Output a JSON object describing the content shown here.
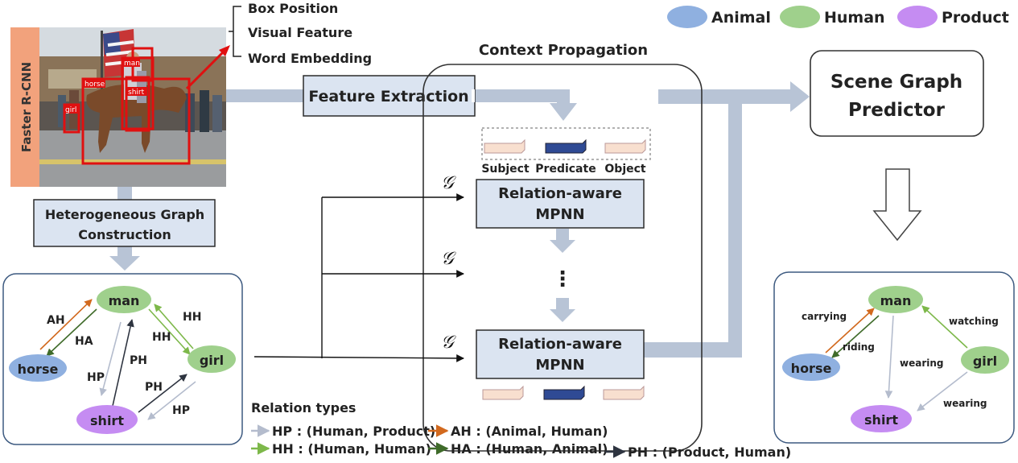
{
  "legend": [
    {
      "label": "Animal",
      "color": "#8fb0e0"
    },
    {
      "label": "Human",
      "color": "#9fd08c"
    },
    {
      "label": "Product",
      "color": "#c58cf2"
    }
  ],
  "photo": {
    "side_label": "Faster R-CNN",
    "box_labels": [
      "horse",
      "man",
      "shirt",
      "girl"
    ]
  },
  "feature_list": [
    "Box Position",
    "Visual Feature",
    "Word Embedding"
  ],
  "feature_extraction": "Feature Extraction",
  "context_propagation": {
    "title": "Context Propagation",
    "embedding_labels": [
      "Subject",
      "Predicate",
      "Object"
    ],
    "mpnn_line1": "Relation-aware",
    "mpnn_line2": "MPNN",
    "ellipsis": "⋮",
    "graph_symbol": "𝒢"
  },
  "hetero_graph_construction": [
    "Heterogeneous Graph",
    "Construction"
  ],
  "scene_graph_predictor": [
    "Scene Graph",
    "Predictor"
  ],
  "hetero_graph": {
    "nodes": [
      "man",
      "horse",
      "girl",
      "shirt"
    ],
    "edge_labels": [
      "AH",
      "HA",
      "HH",
      "HH",
      "PH",
      "HP",
      "PH",
      "HP"
    ]
  },
  "scene_graph": {
    "nodes": [
      "man",
      "horse",
      "girl",
      "shirt"
    ],
    "edge_labels": [
      "carrying",
      "riding",
      "watching",
      "wearing",
      "wearing"
    ]
  },
  "relation_types": {
    "title": "Relation types",
    "items": [
      {
        "label": "HP : (Human, Product)",
        "color": "#b4bccd"
      },
      {
        "label": "AH : (Animal, Human)",
        "color": "#d2691e"
      },
      {
        "label": "HH : (Human, Human)",
        "color": "#7db84a"
      },
      {
        "label": "HA : (Human, Animal)",
        "color": "#3f6b2a"
      },
      {
        "label": "PH : (Product, Human)",
        "color": "#2e3440"
      }
    ]
  }
}
